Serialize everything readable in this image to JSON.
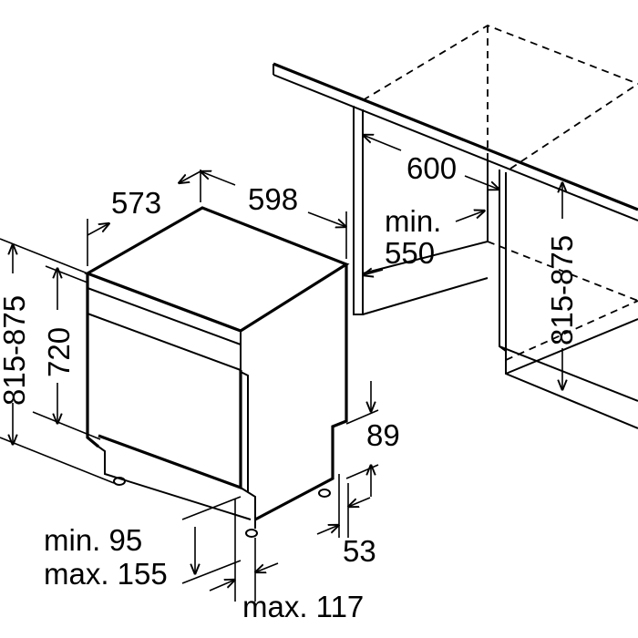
{
  "dimensions": {
    "depth_573": "573",
    "width_598": "598",
    "niche_width_600": "600",
    "niche_depth_min": "min.",
    "niche_depth_550": "550",
    "niche_height": "815-875",
    "unit_height_range": "815-875",
    "unit_height_720": "720",
    "plinth_89": "89",
    "plinth_53": "53",
    "door_min": "min. 95",
    "door_max": "max. 155",
    "foot_max": "max. 117"
  },
  "colors": {
    "line": "#000000",
    "background": "#ffffff"
  }
}
